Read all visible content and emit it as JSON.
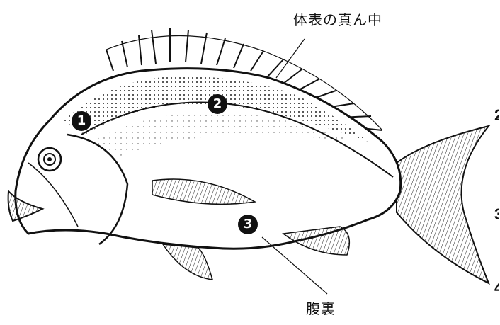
{
  "labels": {
    "top": "体表の真ん中",
    "bottom": "腹裏"
  },
  "markers": [
    {
      "number": "1"
    },
    {
      "number": "2"
    },
    {
      "number": "3"
    }
  ],
  "edge_fragments": [
    "2",
    "3",
    "4"
  ],
  "colors": {
    "ink": "#111111",
    "paper": "#ffffff"
  }
}
